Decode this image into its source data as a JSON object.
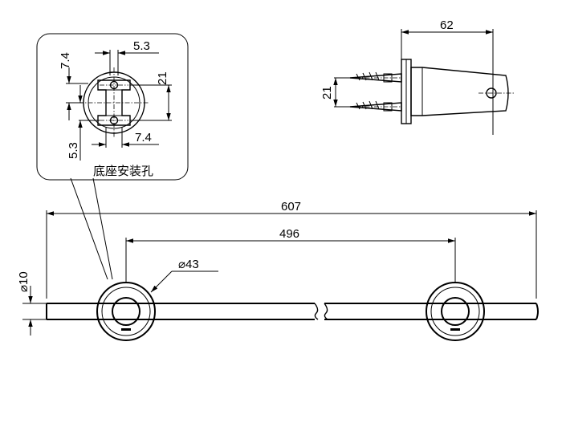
{
  "detail_view": {
    "caption": "底座安装孔",
    "dim_top_width": "5.3",
    "dim_left_height": "7.4",
    "dim_right_height": "21",
    "dim_bottom_width": "7.4",
    "dim_lower_left_height": "5.3"
  },
  "side_view": {
    "dim_length": "62",
    "dim_spacing": "21"
  },
  "front_view": {
    "dim_overall_length": "607",
    "dim_mount_spacing": "496",
    "dim_base_diameter": "⌀43",
    "dim_bar_diameter": "⌀10"
  }
}
